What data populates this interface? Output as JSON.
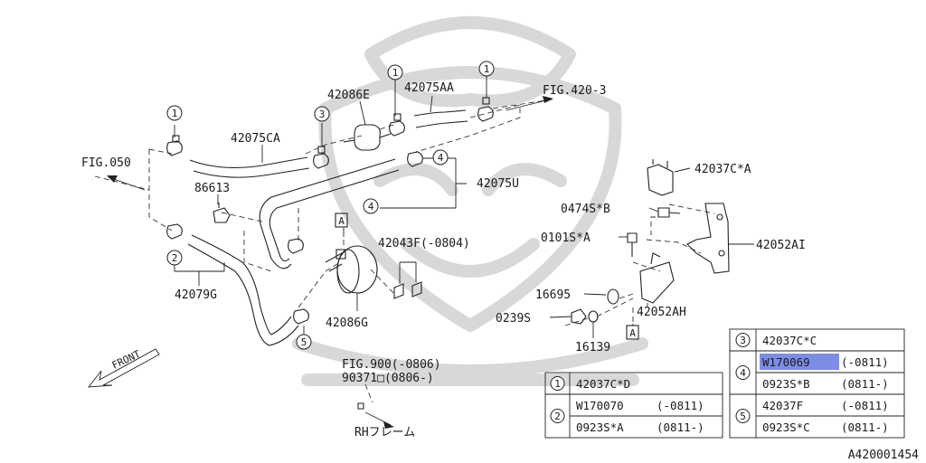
{
  "diagram_id": "A420001454",
  "labels": {
    "p42086E": "42086E",
    "p42075AA": "42075AA",
    "fig4203": "FIG.420-3",
    "p42075CA": "42075CA",
    "fig050": "FIG.050",
    "p86613": "86613",
    "p42075U": "42075U",
    "p42043F": "42043F(-0804)",
    "p42079G": "42079G",
    "p42086G": "42086G",
    "front": "FRONT",
    "fig900": "FIG.900(-0806)",
    "p90371": "90371□(0806-)",
    "rh": "RHフレーム",
    "p42037CA": "42037C*A",
    "p0474SB": "0474S*B",
    "p0101SA": "0101S*A",
    "p42052AI": "42052AI",
    "p16695": "16695",
    "p42052AH": "42052AH",
    "p0239S": "0239S",
    "p16139": "16139",
    "boxA": "A"
  },
  "callout_numbers": [
    "1",
    "2",
    "3",
    "4",
    "5"
  ],
  "legend_left": {
    "rows": [
      {
        "num": "1",
        "lines": [
          {
            "part": "42037C*D",
            "range": ""
          }
        ]
      },
      {
        "num": "2",
        "lines": [
          {
            "part": "W170070",
            "range": "(-0811)"
          },
          {
            "part": "0923S*A",
            "range": "(0811-)"
          }
        ]
      }
    ]
  },
  "legend_right": {
    "rows": [
      {
        "num": "3",
        "lines": [
          {
            "part": "42037C*C",
            "range": ""
          }
        ]
      },
      {
        "num": "4",
        "lines": [
          {
            "part": "W170069",
            "range": "(-0811)",
            "highlight": true
          },
          {
            "part": "0923S*B",
            "range": "(0811-)"
          }
        ]
      },
      {
        "num": "5",
        "lines": [
          {
            "part": "42037F",
            "range": "(-0811)"
          },
          {
            "part": "0923S*C",
            "range": "(0811-)"
          }
        ]
      }
    ]
  },
  "colors": {
    "highlight": "#7d8de6",
    "line": "#222222",
    "watermark": "#d8d8d8"
  }
}
